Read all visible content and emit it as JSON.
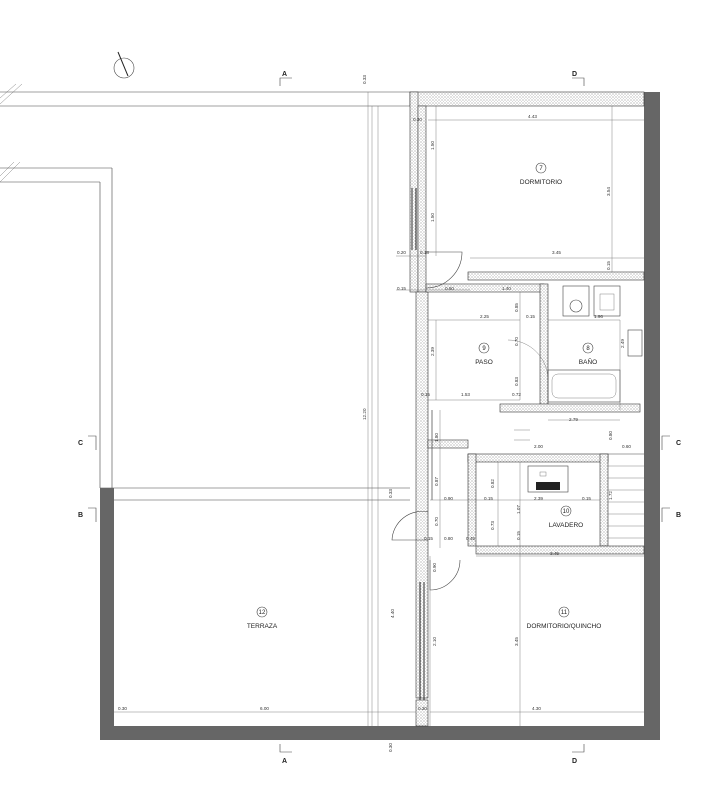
{
  "rooms": [
    {
      "number": "7",
      "name": "DORMITORIO"
    },
    {
      "number": "8",
      "name": "BAÑO"
    },
    {
      "number": "9",
      "name": "PASO"
    },
    {
      "number": "10",
      "name": "LAVADERO"
    },
    {
      "number": "11",
      "name": "DORMITORIO/QUINCHO"
    },
    {
      "number": "12",
      "name": "TERRAZA"
    }
  ],
  "section_marks": {
    "a": "A",
    "b": "B",
    "c": "C",
    "d": "D"
  },
  "dimensions": {
    "d_033": "0.33",
    "d_030": "0.30",
    "d_443": "4.43",
    "d_150": "1.50",
    "d_354": "3.54",
    "d_020": "0.20",
    "d_018": "0.18",
    "d_345": "3.45",
    "d_015": "0.15",
    "d_060": "0.60",
    "d_140": "1.40",
    "d_225": "2.25",
    "d_085": "0.85",
    "d_196": "1.96",
    "d_239": "2.39",
    "d_070": "0.70",
    "d_249": "2.49",
    "d_153": "1.53",
    "d_072": "0.72",
    "d_083": "0.83",
    "d_279": "2.79",
    "d_1220": "12.20",
    "d_180": "1.80",
    "d_200": "2.00",
    "d_080": "0.80",
    "d_082": "0.82",
    "d_087": "0.87",
    "d_090": "0.90",
    "d_107": "1.07",
    "d_172": "1.72",
    "d_073": "0.73",
    "d_045": "0.45",
    "d_440": "4.40",
    "d_210": "2.10",
    "d_345b": "3.45",
    "d_600": "6.00",
    "d_430": "4.30"
  }
}
